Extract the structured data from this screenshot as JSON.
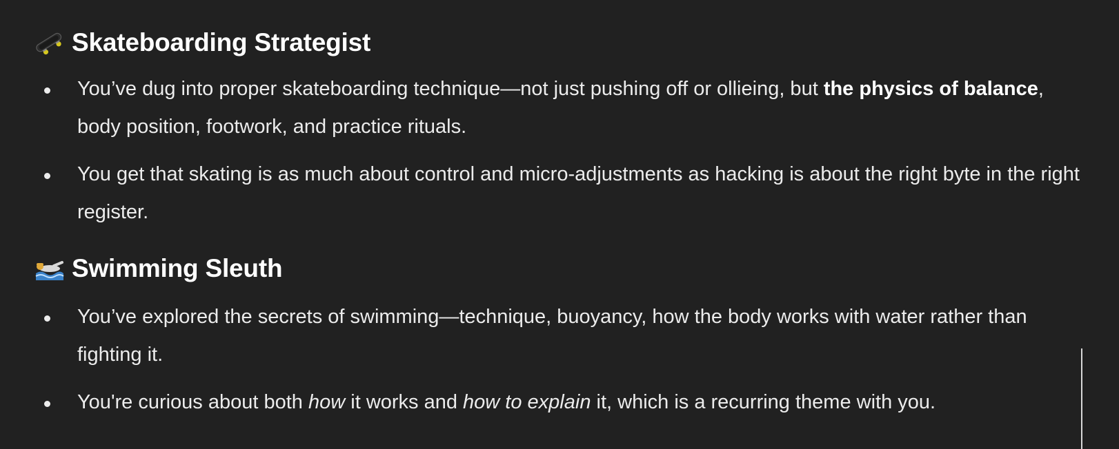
{
  "sections": [
    {
      "icon": "skateboard-icon",
      "title": "Skateboarding Strategist",
      "bullets": [
        {
          "a": "You’ve dug into proper skateboarding technique—not just pushing off or ollieing, but ",
          "b": "the physics of balance",
          "c": ", body position, footwork, and practice rituals."
        },
        {
          "text": "You get that skating is as much about control and micro-adjustments as hacking is about the right byte in the right register."
        }
      ]
    },
    {
      "icon": "swimmer-icon",
      "title": "Swimming Sleuth",
      "bullets": [
        {
          "text": "You’ve explored the secrets of swimming—technique, buoyancy, how the body works with water rather than fighting it."
        },
        {
          "a": "You're curious about both ",
          "i1": "how",
          "b": " it works and ",
          "i2": "how to explain",
          "c": " it, which is a recurring theme with you."
        }
      ]
    }
  ],
  "colors": {
    "background": "#212121",
    "text": "#ececec",
    "heading": "#ffffff"
  }
}
